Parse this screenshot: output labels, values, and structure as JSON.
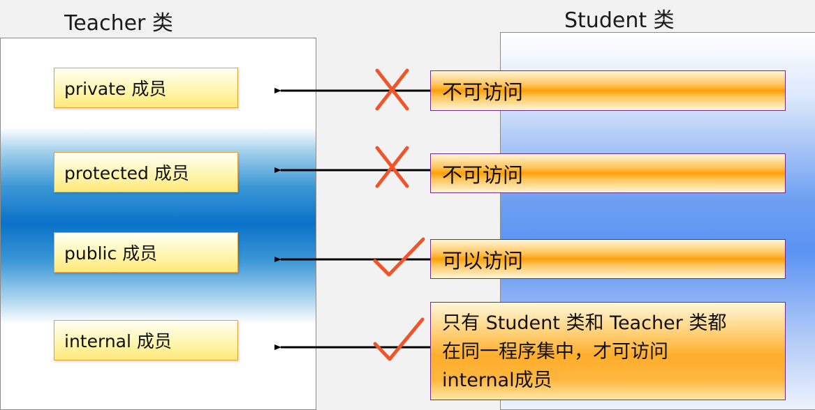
{
  "teacher_class": {
    "title": "Teacher 类"
  },
  "student_class": {
    "title": "Student 类"
  },
  "members": [
    {
      "label": "private 成员",
      "access": "不可访问",
      "allowed": false,
      "mark_icon": "cross-icon"
    },
    {
      "label": "protected 成员",
      "access": "不可访问",
      "allowed": false,
      "mark_icon": "cross-icon"
    },
    {
      "label": "public 成员",
      "access": "可以访问",
      "allowed": true,
      "mark_icon": "check-icon"
    },
    {
      "label": "internal 成员",
      "access_lines": [
        "只有 Student 类和 Teacher 类都",
        "在同一程序集中，才可访问",
        "internal成员"
      ],
      "allowed": true,
      "mark_icon": "check-icon"
    }
  ],
  "colors": {
    "mark": "#f0552a",
    "arrow": "#000000",
    "member_border": "#e0a23a",
    "access_border": "#6e2a86"
  }
}
